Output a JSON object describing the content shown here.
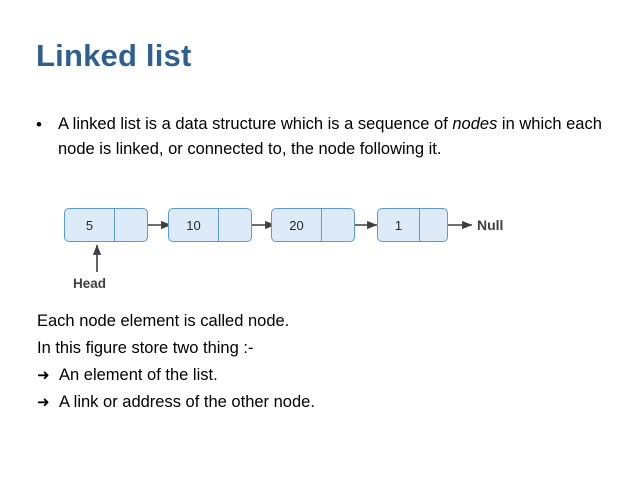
{
  "slide": {
    "title": "Linked list",
    "title_color": "#2e5f91",
    "background": "#ffffff"
  },
  "intro": {
    "bullet_marker": "•",
    "text_before_italic": "A linked list is a data structure which is a sequence of ",
    "italic_word": "nodes",
    "text_after_italic": " in which each node is linked, or connected to, the node following it."
  },
  "diagram": {
    "node_fill": "#dcebf7",
    "node_border": "#5b9bd5",
    "arrow_color": "#3f3f3f",
    "head_label": "Head",
    "null_label": "Null",
    "nodes": [
      {
        "value": "5"
      },
      {
        "value": "10"
      },
      {
        "value": "20"
      },
      {
        "value": "1"
      }
    ]
  },
  "notes": {
    "lines": [
      "Each node element  is called node.",
      "In this figure  store two thing :-"
    ],
    "arrow_marker": "➜",
    "arrow_items": [
      "An element of the list.",
      "A link or address of the other node."
    ]
  }
}
